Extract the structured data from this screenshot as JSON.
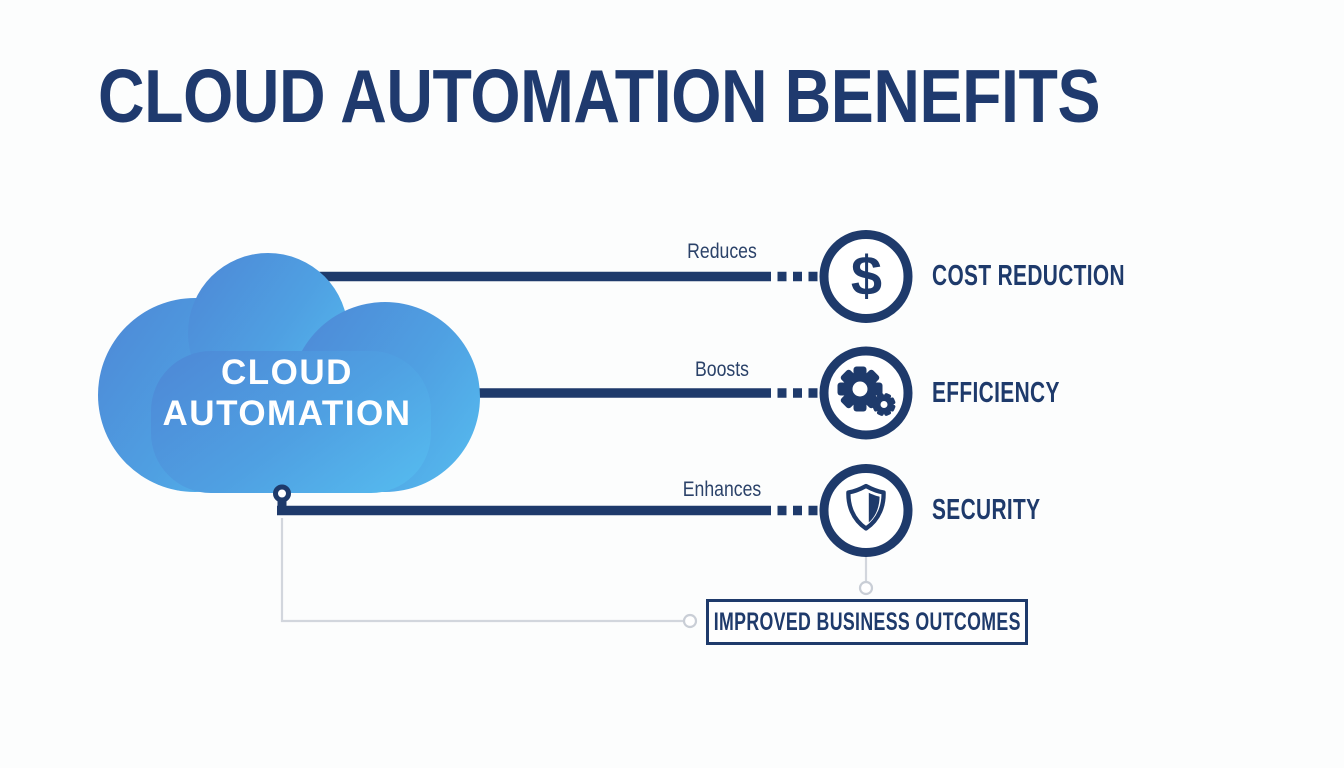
{
  "title": "CLOUD AUTOMATION BENEFITS",
  "cloud": {
    "line1": "CLOUD",
    "line2": "AUTOMATION"
  },
  "benefits": [
    {
      "verb": "Reduces",
      "label": "COST REDUCTION",
      "icon": "dollar-icon",
      "symbol": "$"
    },
    {
      "verb": "Boosts",
      "label": "EFFICIENCY",
      "icon": "gears-icon"
    },
    {
      "verb": "Enhances",
      "label": "SECURITY",
      "icon": "shield-icon"
    }
  ],
  "outcome": {
    "label": "IMPROVED BUSINESS OUTCOMES"
  },
  "colors": {
    "navy": "#1e3a6b",
    "title_navy": "#1f3a6e",
    "verb_navy": "#2b4269",
    "cloud_gradient_start": "#4e8ad7",
    "cloud_gradient_end": "#55b9ee",
    "connector_gray": "#d2d6dd",
    "background": "#fcfdfd",
    "cloud_text": "#ffffff"
  }
}
